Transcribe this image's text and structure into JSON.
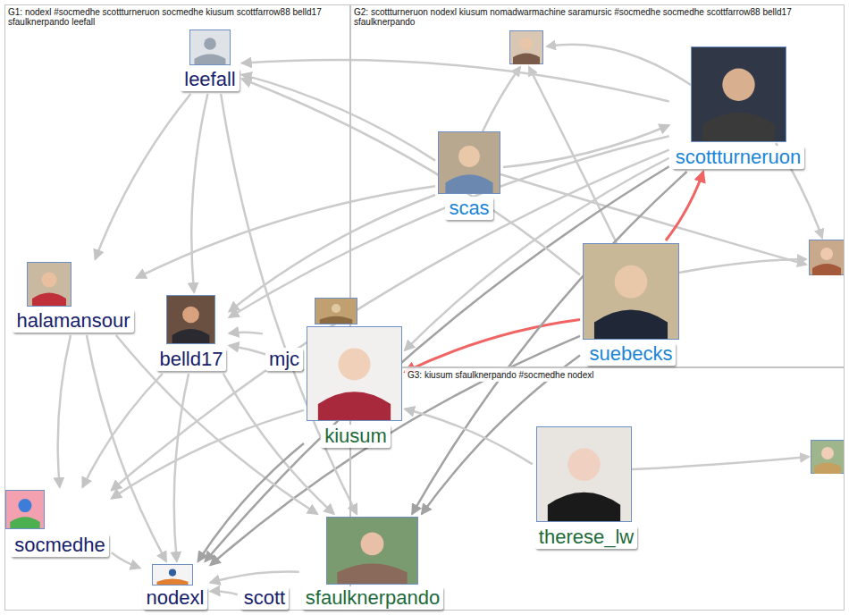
{
  "diagram": {
    "nodes": [
      {
        "text": [
          "G1: nodexl #socmedhe scottturneruon socmedhe kiusum scottfarrow88 belld17 sfaulknerpando leefall"
        ]
      },
      {
        "text": [
          "leefall"
        ],
        "in": 0
      },
      {
        "text": [
          "halamansour"
        ],
        "in": 0
      },
      {
        "text": [
          "belld17"
        ],
        "in": 0
      },
      {
        "text": [
          "mjc"
        ],
        "in": 0
      },
      {
        "text": [
          "socmedhe"
        ],
        "in": 0
      },
      {
        "text": [
          "nodexl"
        ],
        "in": 0
      },
      {
        "text": [
          "scott"
        ],
        "in": 0
      },
      {
        "text": [
          "G2: scottturneruon nodexl kiusum nomadwarmachine saramursic #socmedhe socmedhe scottfarrow88 belld17 sfaulknerpando"
        ]
      },
      {
        "text": [
          "scas"
        ],
        "in": 8
      },
      {
        "text": [
          "scottturneruon"
        ],
        "in": 8
      },
      {
        "text": [
          "suebecks"
        ],
        "in": 8
      },
      {
        "text": [
          "G3: kiusum sfaulknerpando #socmedhe nodexl"
        ]
      },
      {
        "text": [
          "kiusum"
        ],
        "in": 12
      },
      {
        "text": [
          "therese_lw"
        ],
        "in": 12
      },
      {
        "text": [
          "sfaulknerpando"
        ],
        "in": 12
      }
    ],
    "edges": [
      {
        "from": 11,
        "to": 10,
        "arrow": "to"
      },
      {
        "from": 11,
        "to": 13,
        "arrow": "to"
      },
      {
        "from": 10,
        "to": 1,
        "arrow": "to"
      },
      {
        "from": 9,
        "to": 10,
        "arrow": "to"
      },
      {
        "from": 9,
        "to": 1,
        "arrow": "to"
      },
      {
        "from": 10,
        "to": 3,
        "arrow": "to"
      },
      {
        "from": 10,
        "to": 6,
        "arrow": "to"
      },
      {
        "from": 10,
        "to": 5,
        "arrow": "to"
      },
      {
        "from": 10,
        "to": 15,
        "arrow": "to"
      },
      {
        "from": 10,
        "to": 13,
        "arrow": "to"
      },
      {
        "from": 11,
        "to": 6,
        "arrow": "to"
      },
      {
        "from": 11,
        "to": 15,
        "arrow": "to"
      },
      {
        "from": 11,
        "to": 1,
        "arrow": "to"
      },
      {
        "from": 9,
        "to": 3,
        "arrow": "to"
      },
      {
        "from": 9,
        "to": 2,
        "arrow": "to"
      },
      {
        "from": 2,
        "to": 6,
        "arrow": "to"
      },
      {
        "from": 2,
        "to": 5,
        "arrow": "to"
      },
      {
        "from": 2,
        "to": 15,
        "arrow": "to"
      },
      {
        "from": 3,
        "to": 6,
        "arrow": "to"
      },
      {
        "from": 3,
        "to": 15,
        "arrow": "to"
      },
      {
        "from": 3,
        "to": 5,
        "arrow": "to"
      },
      {
        "from": 1,
        "to": 2,
        "arrow": "to"
      },
      {
        "from": 1,
        "to": 3,
        "arrow": "to"
      },
      {
        "from": 1,
        "to": 15,
        "arrow": "to"
      },
      {
        "from": 13,
        "to": 6,
        "arrow": "to"
      },
      {
        "from": 13,
        "to": 5,
        "arrow": "to"
      },
      {
        "from": 5,
        "to": 6,
        "arrow": "to"
      },
      {
        "from": 14,
        "to": 13,
        "arrow": "to"
      },
      {
        "from": 15,
        "to": 6,
        "arrow": "to"
      },
      {
        "from": 7,
        "to": 6,
        "arrow": "to"
      },
      {
        "from": 4,
        "to": 3,
        "arrow": "to"
      },
      {
        "from": 13,
        "to": 3,
        "arrow": "to"
      }
    ]
  }
}
